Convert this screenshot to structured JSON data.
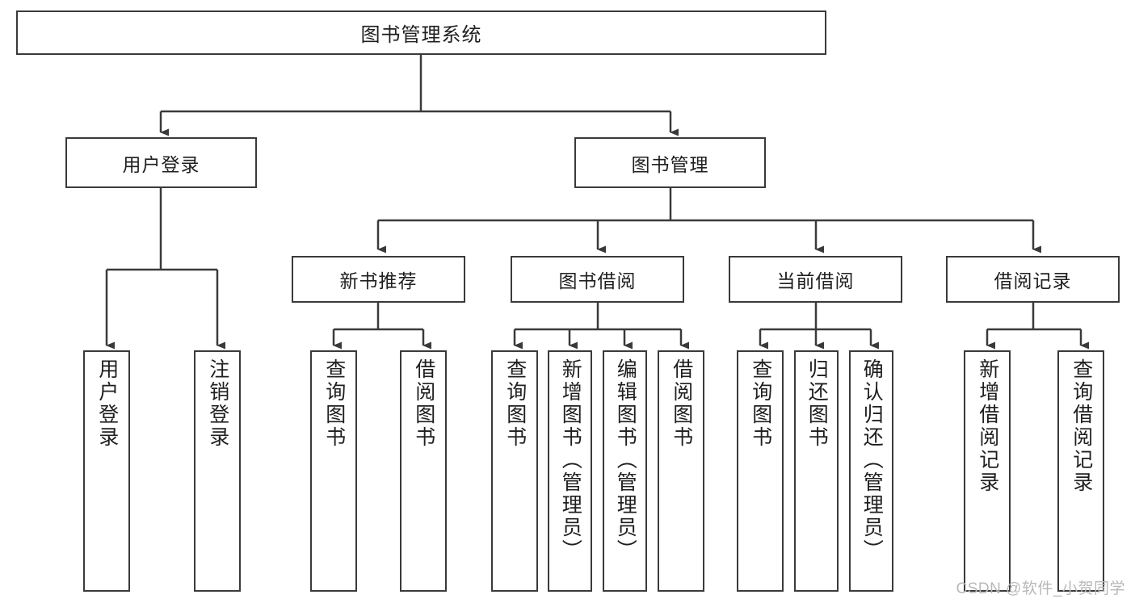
{
  "diagram": {
    "type": "tree-hierarchy-chart",
    "title": "图书管理系统",
    "line_color": "#3a3a3a",
    "box_fill": "#ffffff",
    "text_color": "#1f1f1f",
    "root": {
      "label": "图书管理系统"
    },
    "level2": [
      {
        "label": "用户登录"
      },
      {
        "label": "图书管理"
      }
    ],
    "level3": [
      {
        "label": "新书推荐"
      },
      {
        "label": "图书借阅"
      },
      {
        "label": "当前借阅"
      },
      {
        "label": "借阅记录"
      }
    ],
    "leaves": {
      "user_login": [
        {
          "label": "用户登录"
        },
        {
          "label": "注销登录"
        }
      ],
      "new_book_recommend": [
        {
          "label": "查询图书"
        },
        {
          "label": "借阅图书"
        }
      ],
      "book_borrow": [
        {
          "label": "查询图书"
        },
        {
          "label": "新增图书（管理员）"
        },
        {
          "label": "编辑图书（管理员）"
        },
        {
          "label": "借阅图书"
        }
      ],
      "current_borrow": [
        {
          "label": "查询图书"
        },
        {
          "label": "归还图书"
        },
        {
          "label": "确认归还（管理员）"
        }
      ],
      "borrow_records": [
        {
          "label": "新增借阅记录"
        },
        {
          "label": "查询借阅记录"
        }
      ]
    }
  },
  "watermark": {
    "text": "CSDN @软件_小贺同学"
  }
}
